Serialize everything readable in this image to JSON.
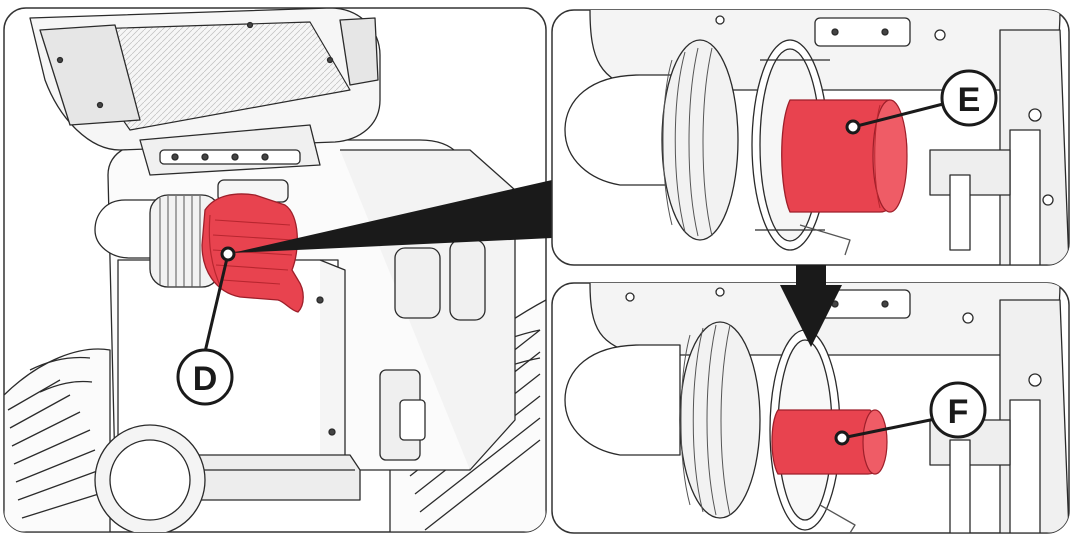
{
  "panels": {
    "main": {
      "callout": "D"
    },
    "detail_top": {
      "callout": "E"
    },
    "detail_bottom": {
      "callout": "F"
    }
  },
  "colors": {
    "highlight_part": "#e8434f",
    "highlight_dark": "#c52a36",
    "line": "#2b2b2b",
    "panel_border": "#333333",
    "pointer": "#1a1a1a",
    "background": "#ffffff"
  },
  "icons": {
    "step_arrow": "arrow-down-icon"
  }
}
